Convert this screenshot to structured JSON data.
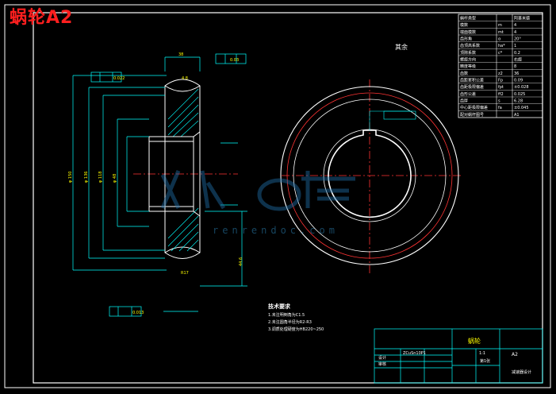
{
  "sheet": {
    "title": "蜗轮A2",
    "watermark_url": "renrendoc.com",
    "colors": {
      "background": "#000000",
      "outline": "#ffffff",
      "dimension": "#00ffff",
      "centerline": "#ff3333",
      "label": "#ffff00",
      "title_red": "#ff1f1f",
      "watermark": "#1f6fa8"
    }
  },
  "side_view": {
    "labels": {
      "roughness_other": "其余",
      "section_depth": "4.8",
      "tol_top": "0.03",
      "tol_upper": "0.022",
      "tol_lower": "0.013",
      "dim_top_width": "38",
      "dim_bottom_radius": "R17",
      "dim_hub_depth": "44.6",
      "dim_vert_1": "φ 150",
      "dim_vert_2": "φ 136",
      "dim_vert_3": "φ 118",
      "dim_vert_4": "φ 48"
    }
  },
  "tech_req": {
    "heading": "技术要求",
    "items": [
      "1.未注明倒角为C1.5",
      "2.未注圆角半径为R2-R3",
      "3.调质处理硬度为HB220~250"
    ]
  },
  "param_table": {
    "rows": [
      [
        "蜗杆类型",
        "",
        "阿基米德"
      ],
      [
        "模数",
        "m",
        "4"
      ],
      [
        "端面模数",
        "mt",
        "4"
      ],
      [
        "齿形角",
        "α",
        "20°"
      ],
      [
        "齿顶高系数",
        "ha*",
        "1"
      ],
      [
        "顶隙系数",
        "c*",
        "0.2"
      ],
      [
        "螺旋方向",
        "",
        "右旋"
      ],
      [
        "精度等级",
        "",
        "8"
      ],
      [
        "齿数",
        "z2",
        "36"
      ],
      [
        "齿距累积公差",
        "Fp",
        "0.09"
      ],
      [
        "齿距极限偏差",
        "fpt",
        "±0.028"
      ],
      [
        "齿形公差",
        "ff2",
        "0.025"
      ],
      [
        "齿厚",
        "s",
        "6.28"
      ],
      [
        "中心距极限偏差",
        "fa",
        "±0.045"
      ],
      [
        "配对蜗杆图号",
        "",
        "A1"
      ]
    ]
  },
  "title_block": {
    "main_title": "蜗轮",
    "material": "ZCuSn10P1",
    "scale": "1:1",
    "sheet": "第1张",
    "drawing_no": "A2",
    "company": "减速器设计",
    "designer": "设计",
    "checker": "审核"
  }
}
